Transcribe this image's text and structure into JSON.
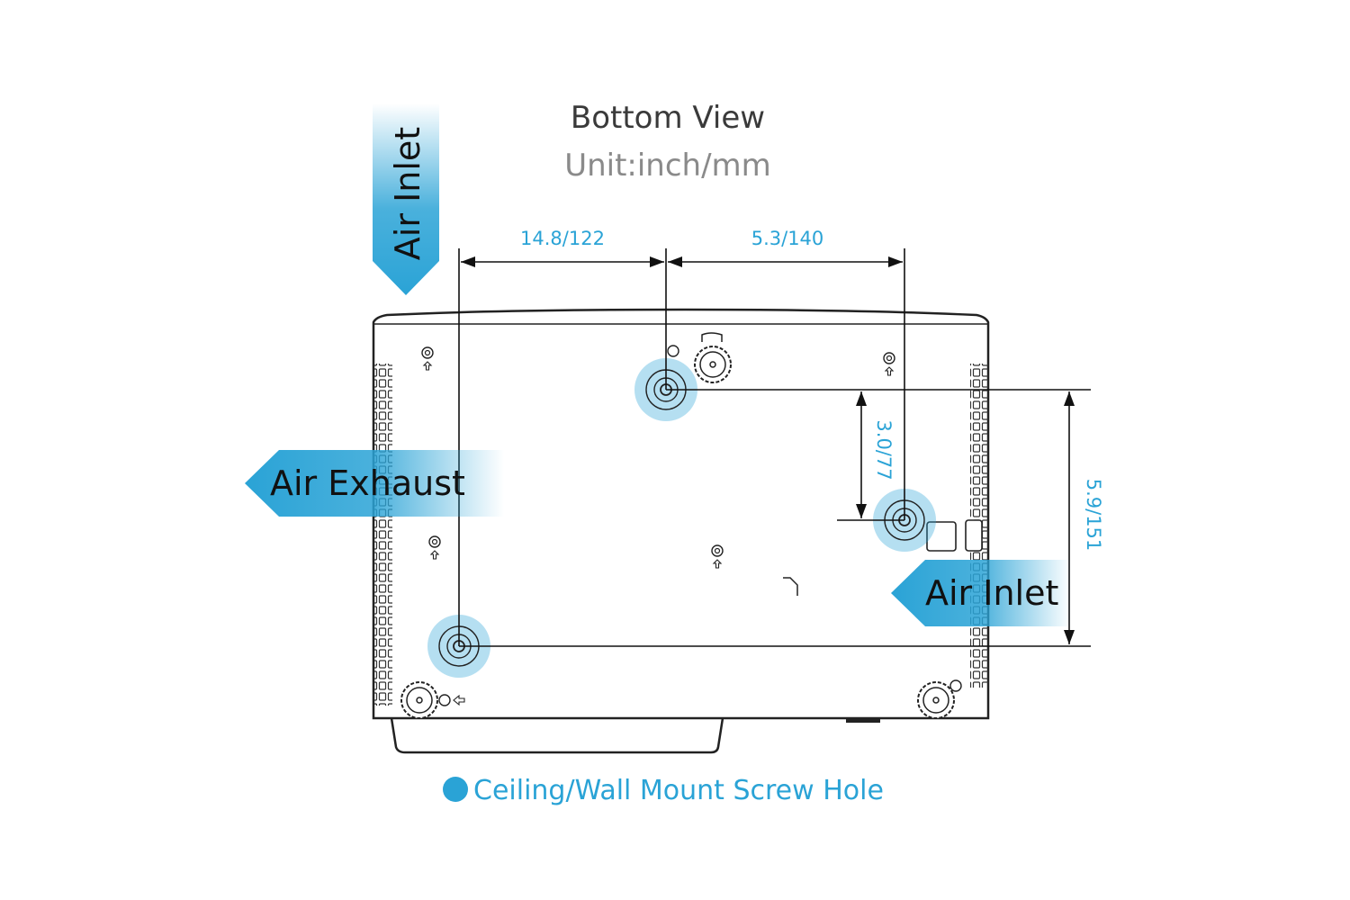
{
  "title": "Bottom View",
  "unit": "Unit:inch/mm",
  "dimensions": {
    "top_left": "14.8/122",
    "top_right": "5.3/140",
    "vertical_inner": "3.0/77",
    "vertical_right": "5.9/151"
  },
  "labels": {
    "air_inlet_top": "Air Inlet",
    "air_exhaust": "Air Exhaust",
    "air_inlet_right": "Air Inlet"
  },
  "legend": {
    "text": "Ceiling/Wall Mount Screw Hole",
    "color": "#2aa3d6"
  },
  "colors": {
    "accent": "#2aa3d6",
    "line": "#222222"
  }
}
